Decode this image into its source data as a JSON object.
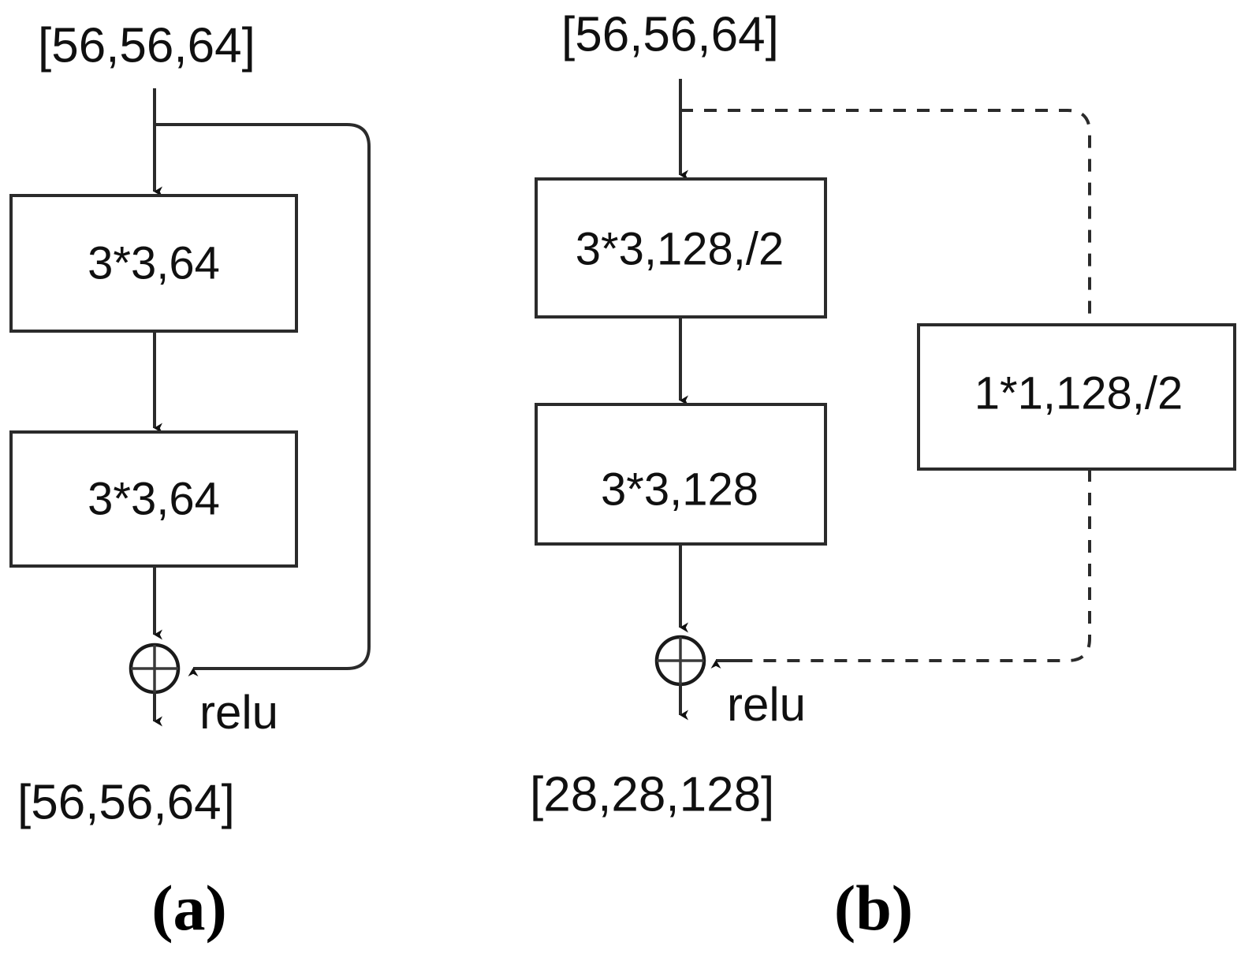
{
  "figure": {
    "background_color": "#ffffff",
    "line_color": "#2b2b2b",
    "text_color": "#101010",
    "panels": [
      {
        "caption": "(a)",
        "name": "identity-residual-block",
        "input_label": "[56,56,64]",
        "output_label": "[56,56,64]",
        "activation_label": "relu",
        "shortcut_style": "solid",
        "blocks": [
          {
            "label": "3*3,64"
          },
          {
            "label": "3*3,64"
          }
        ]
      },
      {
        "caption": "(b)",
        "name": "projection-residual-block",
        "input_label": "[56,56,64]",
        "output_label": "[28,28,128]",
        "activation_label": "relu",
        "shortcut_style": "dashed",
        "blocks": [
          {
            "label": "3*3,128,/2"
          },
          {
            "label": "3*3,128"
          }
        ],
        "shortcut_blocks": [
          {
            "label": "1*1,128,/2"
          }
        ]
      }
    ],
    "symbols": {
      "sum_operator": "plus-circle",
      "arrow_head": "solid-triangle"
    }
  }
}
